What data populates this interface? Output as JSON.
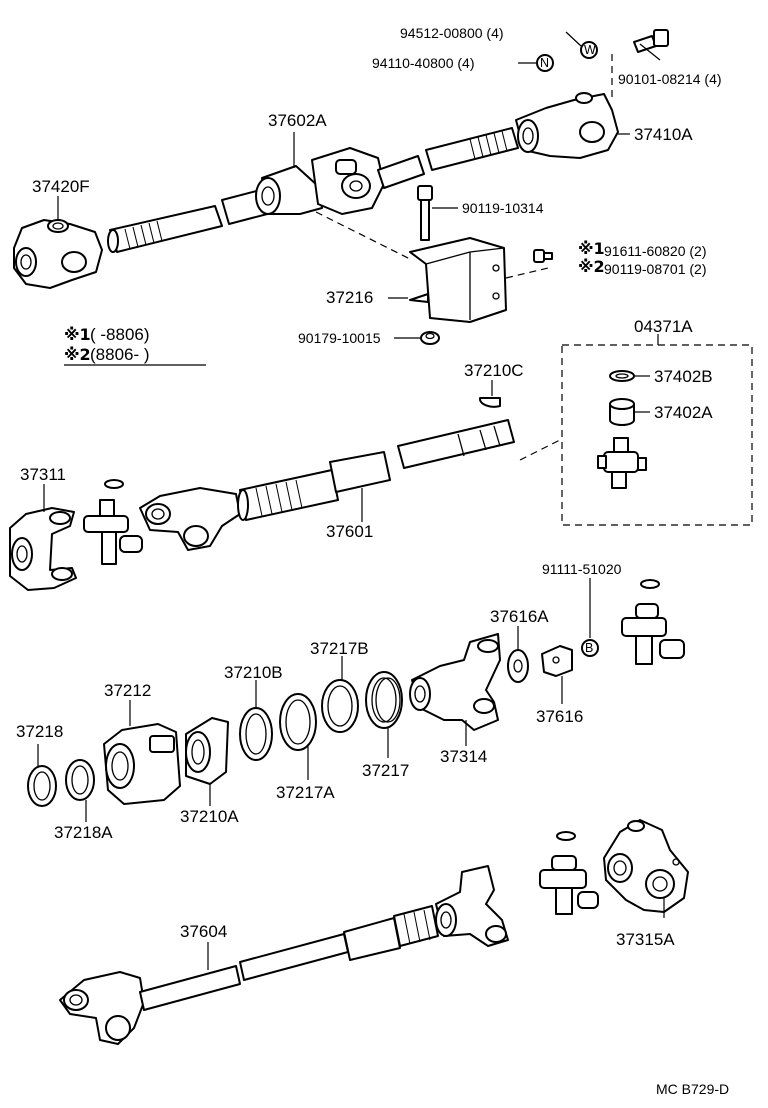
{
  "labels": {
    "p94512": "94512-00800 (4)",
    "p94110": "94110-40800 (4)",
    "p90101": "90101-08214 (4)",
    "p37602A": "37602A",
    "p37410A": "37410A",
    "p37420F": "37420F",
    "p90119_10314": "90119-10314",
    "p91611": "91611-60820 (2)",
    "p90119_08701": "90119-08701 (2)",
    "p37216": "37216",
    "p90179": "90179-10015",
    "p04371A": "04371A",
    "p37402B": "37402B",
    "p37402A": "37402A",
    "p37210C": "37210C",
    "p37311": "37311",
    "p37601": "37601",
    "p91111": "91111-51020",
    "p37616A": "37616A",
    "p37616": "37616",
    "p37217B": "37217B",
    "p37210B": "37210B",
    "p37212": "37212",
    "p37218": "37218",
    "p37218A": "37218A",
    "p37210A": "37210A",
    "p37217A": "37217A",
    "p37217": "37217",
    "p37314": "37314",
    "p37604": "37604",
    "p37315A": "37315A",
    "footer": "MC  B729-D"
  },
  "markers": {
    "washer_w": "W",
    "nut_n": "N",
    "bolt_b": "B"
  },
  "notes": {
    "ref1_mark": "※1",
    "ref2_mark": "※2",
    "legend1_mark": "※1",
    "legend1_text": "(        -8806)",
    "legend2_mark": "※2",
    "legend2_text": "(8806-        )"
  }
}
